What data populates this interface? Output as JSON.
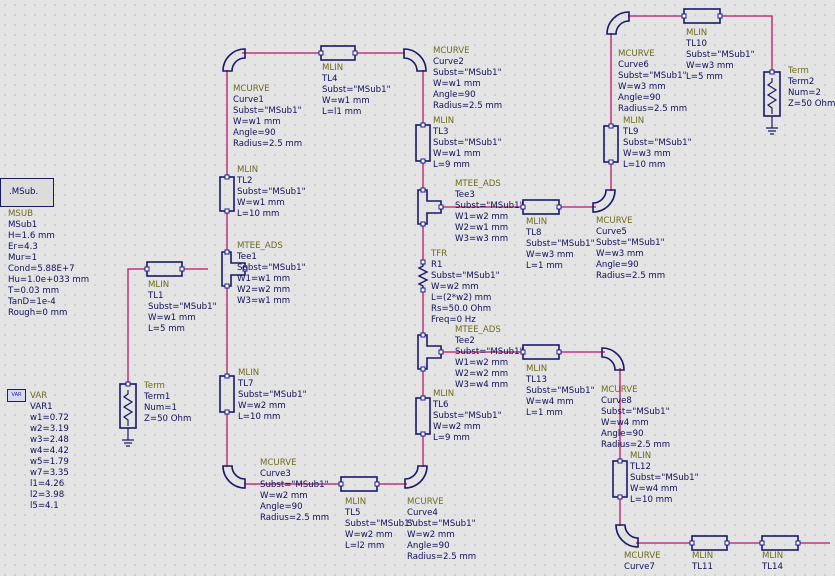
{
  "colors": {
    "wire": "#b8166a",
    "component": "#1a1a6a",
    "label": "#10105a",
    "header": "#6e6a1e",
    "node": "#1a1a90"
  },
  "msub_box": {
    "label": ".MSub."
  },
  "var_icon": {
    "label": "VAR"
  },
  "labels": {
    "msub": {
      "header": "MSUB",
      "lines": [
        "MSub1",
        "H=1.6 mm",
        "Er=4.3",
        "Mur=1",
        "Cond=5.88E+7",
        "Hu=1.0e+033 mm",
        "T=0.03 mm",
        "TanD=1e-4",
        "Rough=0 mm"
      ]
    },
    "var": {
      "header": "VAR",
      "lines": [
        "VAR1",
        "w1=0.72",
        "w2=3.19",
        "w3=2.48",
        "w4=4.42",
        "w5=1.79",
        "w7=3.35",
        "l1=4.26",
        "l2=3.98",
        "l5=4.1"
      ]
    },
    "tl1": {
      "header": "MLIN",
      "lines": [
        "TL1",
        "Subst=\"MSub1\"",
        "W=w1 mm",
        "L=5 mm"
      ]
    },
    "tee1": {
      "header": "MTEE_ADS",
      "lines": [
        "Tee1",
        "Subst=\"MSub1\"",
        "W1=w1 mm",
        "W2=w2 mm",
        "W3=w1 mm"
      ]
    },
    "tl2": {
      "header": "MLIN",
      "lines": [
        "TL2",
        "Subst=\"MSub1\"",
        "W=w1 mm",
        "L=10 mm"
      ]
    },
    "curve1": {
      "header": "MCURVE",
      "lines": [
        "Curve1",
        "Subst=\"MSub1\"",
        "W=w1 mm",
        "Angle=90",
        "Radius=2.5 mm"
      ]
    },
    "tl4": {
      "header": "MLIN",
      "lines": [
        "TL4",
        "Subst=\"MSub1\"",
        "W=w1 mm",
        "L=l1 mm"
      ]
    },
    "curve2": {
      "header": "MCURVE",
      "lines": [
        "Curve2",
        "Subst=\"MSub1\"",
        "W=w1 mm",
        "Angle=90",
        "Radius=2.5 mm"
      ]
    },
    "tl3": {
      "header": "MLIN",
      "lines": [
        "TL3",
        "Subst=\"MSub1\"",
        "W=w1 mm",
        "L=9 mm"
      ]
    },
    "tee3": {
      "header": "MTEE_ADS",
      "lines": [
        "Tee3",
        "Subst=\"MSub1\"",
        "W1=w2 mm",
        "W2=w1 mm",
        "W3=w3 mm"
      ]
    },
    "r1": {
      "header": "TFR",
      "lines": [
        "R1",
        "Subst=\"MSub1\"",
        "W=w2 mm",
        "L=(2*w2) mm",
        "Rs=50.0 Ohm",
        "Freq=0 Hz"
      ]
    },
    "tee2": {
      "header": "MTEE_ADS",
      "lines": [
        "Tee2",
        "Subst=\"MSub1\"",
        "W1=w2 mm",
        "W2=w2 mm",
        "W3=w4 mm"
      ]
    },
    "tl6": {
      "header": "MLIN",
      "lines": [
        "TL6",
        "Subst=\"MSub1\"",
        "W=w2 mm",
        "L=9 mm"
      ]
    },
    "tl7": {
      "header": "MLIN",
      "lines": [
        "TL7",
        "Subst=\"MSub1\"",
        "W=w2 mm",
        "L=10 mm"
      ]
    },
    "curve3": {
      "header": "MCURVE",
      "lines": [
        "Curve3",
        "Subst=\"MSub1\"",
        "W=w2 mm",
        "Angle=90",
        "Radius=2.5 mm"
      ]
    },
    "tl5": {
      "header": "MLIN",
      "lines": [
        "TL5",
        "Subst=\"MSub1\"",
        "W=w2 mm",
        "L=l2 mm"
      ]
    },
    "curve4": {
      "header": "MCURVE",
      "lines": [
        "Curve4",
        "Subst=\"MSub1\"",
        "W=w2 mm",
        "Angle=90",
        "Radius=2.5 mm"
      ]
    },
    "tl8": {
      "header": "MLIN",
      "lines": [
        "TL8",
        "Subst=\"MSub1\"",
        "W=w3 mm",
        "L=1 mm"
      ]
    },
    "curve5": {
      "header": "MCURVE",
      "lines": [
        "Curve5",
        "Subst=\"MSub1\"",
        "W=w3 mm",
        "Angle=90",
        "Radius=2.5 mm"
      ]
    },
    "tl9": {
      "header": "MLIN",
      "lines": [
        "TL9",
        "Subst=\"MSub1\"",
        "W=w3 mm",
        "L=10 mm"
      ]
    },
    "curve6": {
      "header": "MCURVE",
      "lines": [
        "Curve6",
        "Subst=\"MSub1\"",
        "W=w3 mm",
        "Angle=90",
        "Radius=2.5 mm"
      ]
    },
    "tl10": {
      "header": "MLIN",
      "lines": [
        "TL10",
        "Subst=\"MSub1\"",
        "W=w3 mm",
        "L=5 mm"
      ]
    },
    "term2": {
      "header": "Term",
      "lines": [
        "Term2",
        "Num=2",
        "Z=50 Ohm"
      ]
    },
    "term1": {
      "header": "Term",
      "lines": [
        "Term1",
        "Num=1",
        "Z=50 Ohm"
      ]
    },
    "tl13": {
      "header": "MLIN",
      "lines": [
        "TL13",
        "Subst=\"MSub1\"",
        "W=w4 mm",
        "L=1 mm"
      ]
    },
    "curve8": {
      "header": "MCURVE",
      "lines": [
        "Curve8",
        "Subst=\"MSub1\"",
        "W=w4 mm",
        "Angle=90",
        "Radius=2.5 mm"
      ]
    },
    "tl12": {
      "header": "MLIN",
      "lines": [
        "TL12",
        "Subst=\"MSub1\"",
        "W=w4 mm",
        "L=10 mm"
      ]
    },
    "curve7": {
      "header": "MCURVE",
      "lines": [
        "Curve7"
      ]
    },
    "tl11": {
      "header": "MLIN",
      "lines": [
        "TL11"
      ]
    },
    "tl14": {
      "header": "MLIN",
      "lines": [
        "TL14"
      ]
    }
  }
}
